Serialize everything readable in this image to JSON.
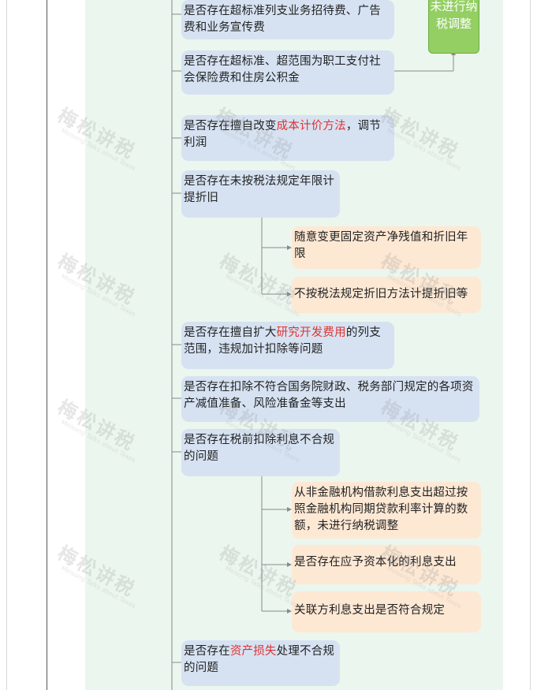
{
  "green_box": {
    "text": "未进行纳税调整"
  },
  "nodes": [
    {
      "id": "n1",
      "text": "是否存在超标准列支业务招待费、广告费和业务宣传费"
    },
    {
      "id": "n2",
      "text": "是否存在超标准、超范围为职工支付社会保险费和住房公积金"
    },
    {
      "id": "n3",
      "pre": "是否存在擅自改变",
      "hl": "成本计价方法",
      "post": "，调节利润"
    },
    {
      "id": "n4",
      "text": "是否存在未按税法规定年限计提折旧"
    },
    {
      "id": "n4a",
      "text": "随意变更固定资产净残值和折旧年限"
    },
    {
      "id": "n4b",
      "text": "不按税法规定折旧方法计提折旧等"
    },
    {
      "id": "n5",
      "pre": "是否存在擅自扩大",
      "hl": "研究开发费用",
      "post": "的列支范围，违规加计扣除等问题"
    },
    {
      "id": "n6",
      "text": "是否存在扣除不符合国务院财政、税务部门规定的各项资产减值准备、风险准备金等支出"
    },
    {
      "id": "n7",
      "text": "是否存在税前扣除利息不合规的问题"
    },
    {
      "id": "n7a",
      "text": "从非金融机构借款利息支出超过按照金融机构同期贷款利率计算的数额，未进行纳税调整"
    },
    {
      "id": "n7b",
      "text": "是否存在应予资本化的利息支出"
    },
    {
      "id": "n7c",
      "text": "关联方利息支出是否符合规定"
    },
    {
      "id": "n8",
      "pre": "是否存在",
      "hl": "资产损失",
      "post": "处理不合规的问题"
    }
  ],
  "watermark": {
    "text": "梅松讲税",
    "sub": "Meisong Talks about Taxes"
  }
}
